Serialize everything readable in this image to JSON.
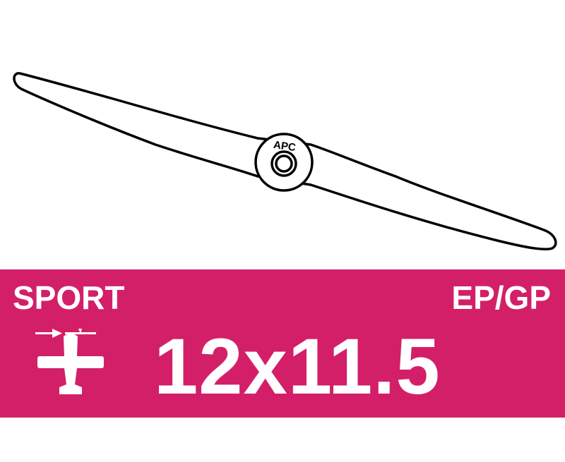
{
  "logo_text": "APC",
  "category": "SPORT",
  "fuel_type": "EP/GP",
  "prop_size": "12x11.5",
  "icon": "airplane-tractor-icon",
  "colors": {
    "banner": "#d31f68",
    "text": "#ffffff",
    "outline": "#000000"
  }
}
